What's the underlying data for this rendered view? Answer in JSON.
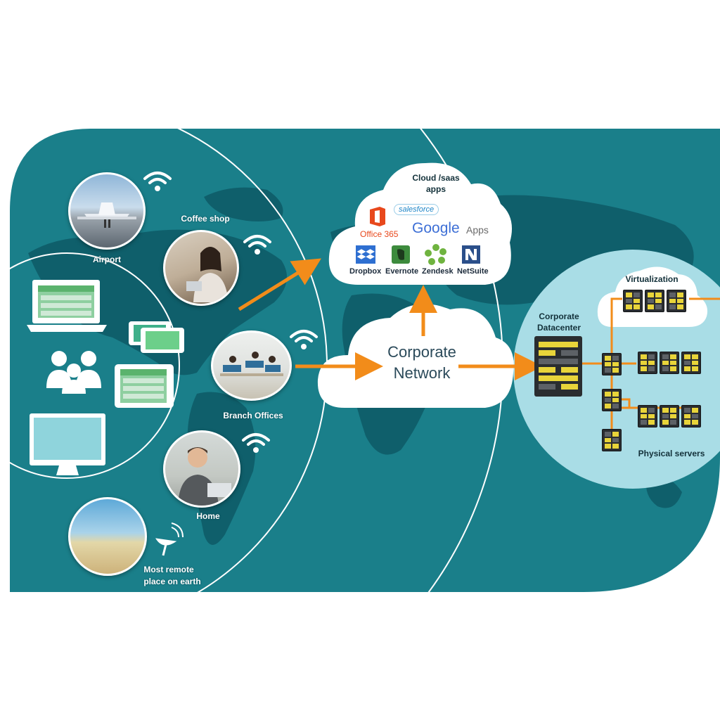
{
  "locations": {
    "airport": "Airport",
    "coffee_shop": "Coffee shop",
    "branch_offices": "Branch Offices",
    "home": "Home",
    "remote_line1": "Most remote",
    "remote_line2": "place on earth"
  },
  "cloud_apps": {
    "title_line1": "Cloud /saas",
    "title_line2": "apps",
    "office365": "Office 365",
    "salesforce": "salesforce",
    "google": "Google",
    "google_apps": "Apps",
    "dropbox": "Dropbox",
    "evernote": "Evernote",
    "zendesk": "Zendesk",
    "netsuite": "NetSuite"
  },
  "corporate_network": {
    "line1": "Corporate",
    "line2": "Network"
  },
  "datacenter": {
    "title_line1": "Corporate",
    "title_line2": "Datacenter",
    "virtualization": "Virtualization",
    "physical_servers": "Physical servers"
  },
  "colors": {
    "teal_bg": "#1a7f8a",
    "teal_dark": "#0f5f6b",
    "light_circle": "#a9dde6",
    "arrow": "#f28c1a",
    "server_yellow": "#e8d43a"
  }
}
